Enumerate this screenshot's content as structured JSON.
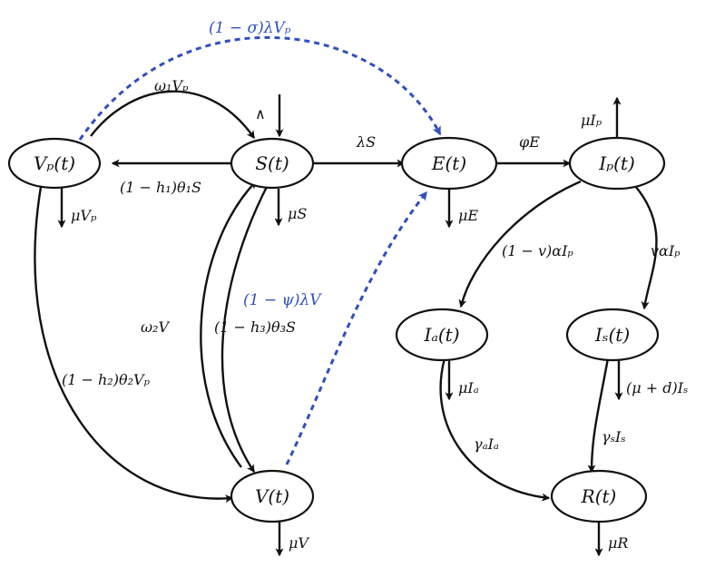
{
  "colors": {
    "ink": "#111111",
    "blue": "#2f4fbf",
    "background": "#ffffff"
  },
  "nodes": {
    "vp": "Vₚ(t)",
    "s": "S(t)",
    "e": "E(t)",
    "ip": "Iₚ(t)",
    "ia": "Iₐ(t)",
    "is": "Iₛ(t)",
    "v": "V(t)",
    "r": "R(t)"
  },
  "labels": {
    "lambda_s": "λS",
    "phi_e": "φE",
    "recruitment": "∧",
    "omega1_vp": "ω₁Vₚ",
    "h1_theta1_s": "(1 − h₁)θ₁S",
    "omega2_v": "ω₂V",
    "h3_theta3_s": "(1 − h₃)θ₃S",
    "h2_theta2_vp": "(1 − h₂)θ₂Vₚ",
    "v_alpha_ip": "vαIₚ",
    "one_minus_v_alpha_ip": "(1 − v)αIₚ",
    "gamma_a_ia": "γₐIₐ",
    "gamma_s_is": "γₛIₛ",
    "mu_vp": "μVₚ",
    "mu_s": "μS",
    "mu_e": "μE",
    "mu_ip": "μIₚ",
    "mu_ia": "μIₐ",
    "mu_d_is": "(μ + d)Iₛ",
    "mu_v": "μV",
    "mu_r": "μR",
    "sigma_lambda_vp": "(1 − σ)λVₚ",
    "psi_lambda_v": "(1 − ψ)λV"
  }
}
